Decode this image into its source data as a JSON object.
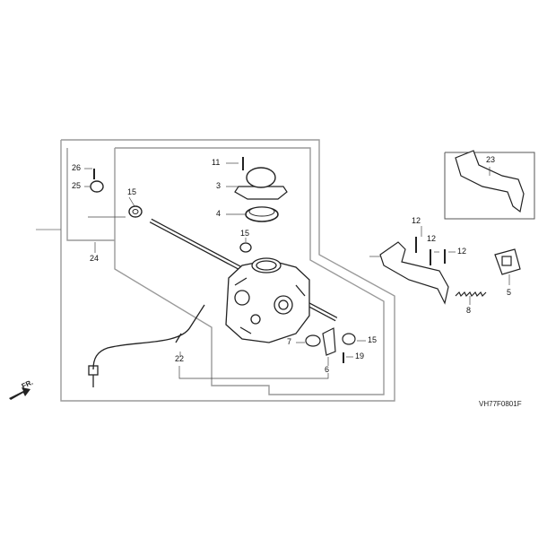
{
  "diagram": {
    "part_labels": [
      "26",
      "25",
      "15",
      "24",
      "11",
      "3",
      "4",
      "15",
      "23",
      "12",
      "12",
      "12",
      "5",
      "8",
      "7",
      "6",
      "15",
      "19",
      "22"
    ],
    "direction_label": "FR.",
    "drawing_code": "VH77F0801F"
  }
}
